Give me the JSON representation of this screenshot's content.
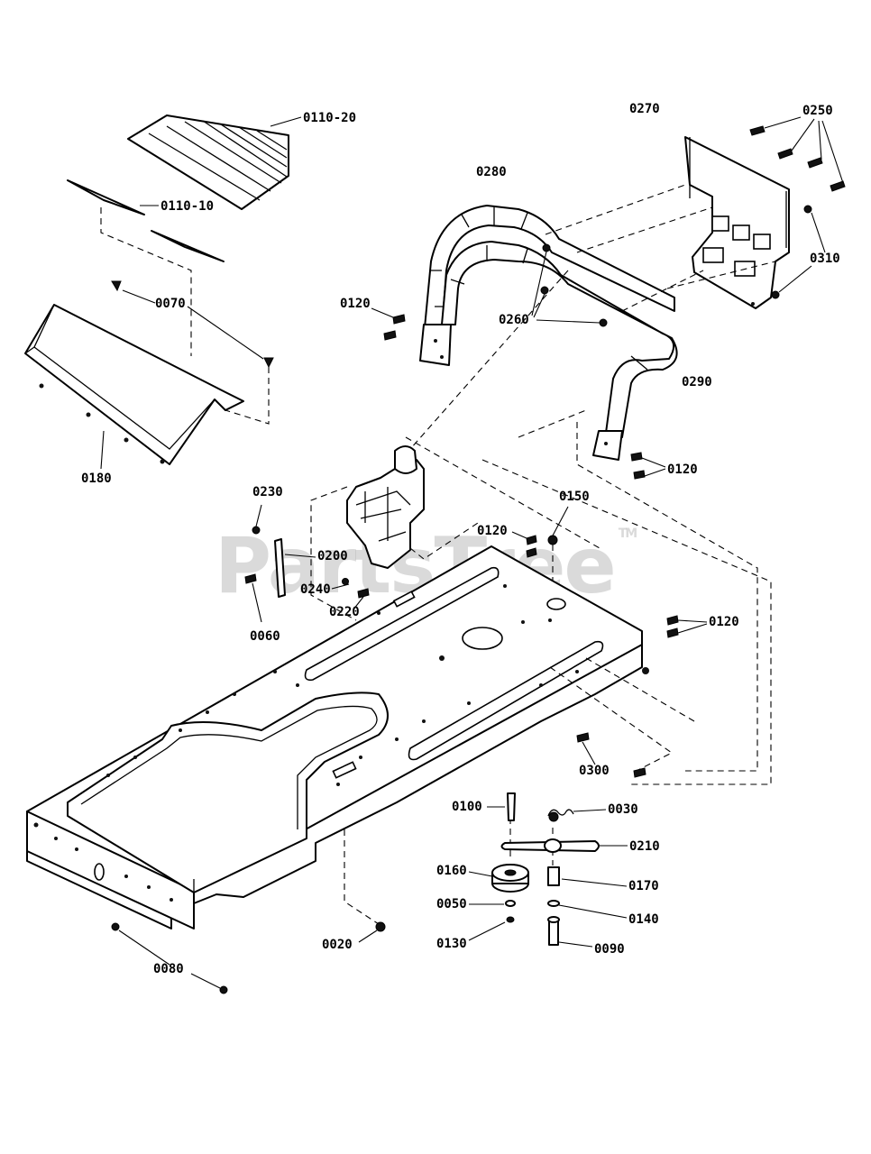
{
  "watermark": {
    "text": "PartsTree",
    "trademark": "TM"
  },
  "labels": {
    "p0110_20": "0110-20",
    "p0110_10": "0110-10",
    "p0070": "0070",
    "p0180": "0180",
    "p0280": "0280",
    "p0270": "0270",
    "p0250": "0250",
    "p0310": "0310",
    "p0120_a": "0120",
    "p0260": "0260",
    "p0290": "0290",
    "p0120_b": "0120",
    "p0230": "0230",
    "p0200": "0200",
    "p0240": "0240",
    "p0220": "0220",
    "p0060": "0060",
    "p0150": "0150",
    "p0120_c": "0120",
    "p0120_d": "0120",
    "p0300": "0300",
    "p0100": "0100",
    "p0030": "0030",
    "p0210": "0210",
    "p0160": "0160",
    "p0170": "0170",
    "p0050": "0050",
    "p0140": "0140",
    "p0130": "0130",
    "p0090": "0090",
    "p0020": "0020",
    "p0080": "0080"
  }
}
